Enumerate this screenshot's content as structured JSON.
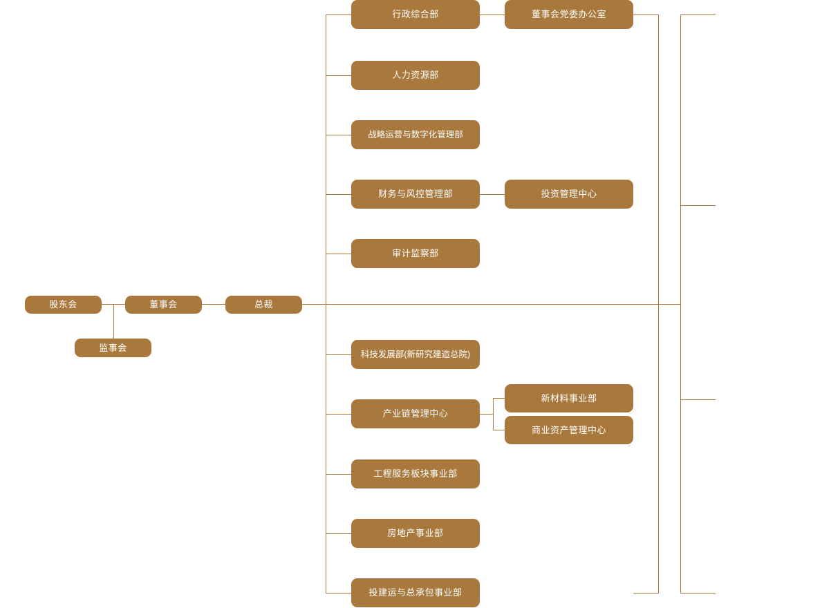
{
  "chart_data": {
    "type": "diagram",
    "title": "",
    "diagram_kind": "organization-chart",
    "orientation": "left-to-right",
    "accent_color": "#a8783c",
    "node_text_color": "#ffffff",
    "background_color": "#ffffff",
    "connector_color": "#a8783c",
    "levels": [
      {
        "level": 1,
        "nodes": [
          "股东会"
        ]
      },
      {
        "level": 2,
        "nodes": [
          "董事会",
          "监事会"
        ]
      },
      {
        "level": 3,
        "nodes": [
          "总裁"
        ]
      },
      {
        "level": 4,
        "nodes": [
          "行政综合部",
          "人力资源部",
          "战略运营与数字化管理部",
          "财务与风控管理部",
          "审计监察部",
          "科技发展部(新研究建造总院)",
          "产业链管理中心",
          "工程服务板块事业部",
          "房地产事业部",
          "投建运与总承包事业部"
        ]
      },
      {
        "level": 5,
        "nodes": [
          "董事会党委办公室",
          "投资管理中心",
          "新材料事业部",
          "商业资产管理中心"
        ]
      }
    ],
    "edges": [
      {
        "from": "股东会",
        "to": "董事会"
      },
      {
        "from": "股东会",
        "to": "监事会"
      },
      {
        "from": "董事会",
        "to": "总裁"
      },
      {
        "from": "总裁",
        "to": "行政综合部"
      },
      {
        "from": "总裁",
        "to": "人力资源部"
      },
      {
        "from": "总裁",
        "to": "战略运营与数字化管理部"
      },
      {
        "from": "总裁",
        "to": "财务与风控管理部"
      },
      {
        "from": "总裁",
        "to": "审计监察部"
      },
      {
        "from": "总裁",
        "to": "科技发展部(新研究建造总院)"
      },
      {
        "from": "总裁",
        "to": "产业链管理中心"
      },
      {
        "from": "总裁",
        "to": "工程服务板块事业部"
      },
      {
        "from": "总裁",
        "to": "房地产事业部"
      },
      {
        "from": "总裁",
        "to": "投建运与总承包事业部"
      },
      {
        "from": "行政综合部",
        "to": "董事会党委办公室"
      },
      {
        "from": "财务与风控管理部",
        "to": "投资管理中心"
      },
      {
        "from": "产业链管理中心",
        "to": "新材料事业部"
      },
      {
        "from": "产业链管理中心",
        "to": "商业资产管理中心"
      }
    ]
  },
  "nodes": {
    "shareholders_meeting": "股东会",
    "board_of_directors": "董事会",
    "supervisory_board": "监事会",
    "president": "总裁",
    "admin_general_dept": "行政综合部",
    "human_resources_dept": "人力资源部",
    "strategy_ops_digital_dept": "战略运营与数字化管理部",
    "finance_risk_dept": "财务与风控管理部",
    "audit_supervision_dept": "审计监察部",
    "sci_tech_development_dept": "科技发展部(新研究建造总院)",
    "industry_chain_center": "产业链管理中心",
    "engineering_services_division": "工程服务板块事业部",
    "real_estate_division": "房地产事业部",
    "invest_build_operate_epc_division": "投建运与总承包事业部",
    "board_party_committee_office": "董事会党委办公室",
    "investment_management_center": "投资管理中心",
    "new_materials_division": "新材料事业部",
    "commercial_asset_management_center": "商业资产管理中心"
  }
}
